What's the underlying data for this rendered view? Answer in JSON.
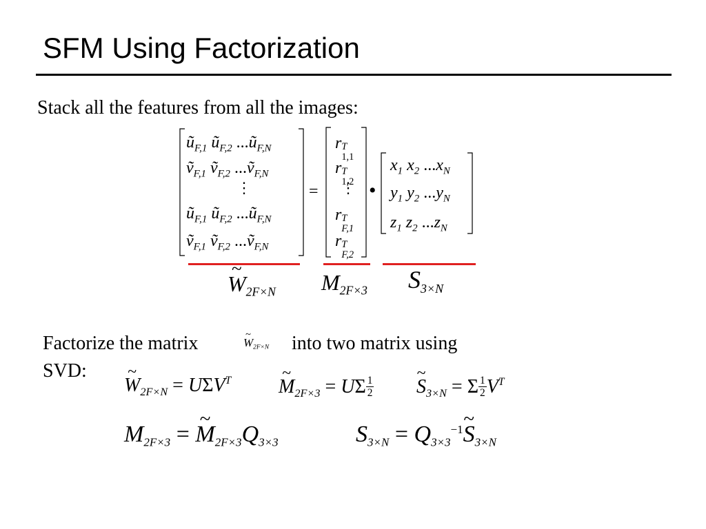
{
  "slide": {
    "title": "SFM Using Factorization",
    "intro": "Stack all the features from all the images:",
    "factorize_text_before": "Factorize the matrix",
    "factorize_text_after": "into two matrix using",
    "factorize_text_line2": "SVD:"
  },
  "matrices": {
    "w_rows": [
      [
        "ũ",
        "F,1",
        "ũ",
        "F,2",
        "...",
        "ũ",
        "F,N"
      ],
      [
        "ṽ",
        "F,1",
        "ṽ",
        "F,2",
        "...",
        "ṽ",
        "F,N"
      ],
      [
        "ũ",
        "F,1",
        "ũ",
        "F,2",
        "...",
        "ũ",
        "F,N"
      ],
      [
        "ṽ",
        "F,1",
        "ṽ",
        "F,2",
        "...",
        "ṽ",
        "F,N"
      ]
    ],
    "m_rows": [
      {
        "base": "r",
        "sup": "T",
        "sub": "1,1"
      },
      {
        "base": "r",
        "sup": "T",
        "sub": "1,2"
      },
      {
        "base": "r",
        "sup": "T",
        "sub": "F,1"
      },
      {
        "base": "r",
        "sup": "T",
        "sub": "F,2"
      }
    ],
    "s_rows": [
      [
        "x",
        "1",
        "x",
        "2",
        "...",
        "x",
        "N"
      ],
      [
        "y",
        "1",
        "y",
        "2",
        "...",
        "y",
        "N"
      ],
      [
        "z",
        "1",
        "z",
        "2",
        "...",
        "z",
        "N"
      ]
    ],
    "labels": {
      "w": {
        "base": "W",
        "sub": "2F×N"
      },
      "m": {
        "base": "M",
        "sub": "2F×3"
      },
      "s": {
        "base": "S",
        "sub": "3×N"
      }
    }
  },
  "colors": {
    "underline": "#e02020",
    "text": "#000000"
  }
}
